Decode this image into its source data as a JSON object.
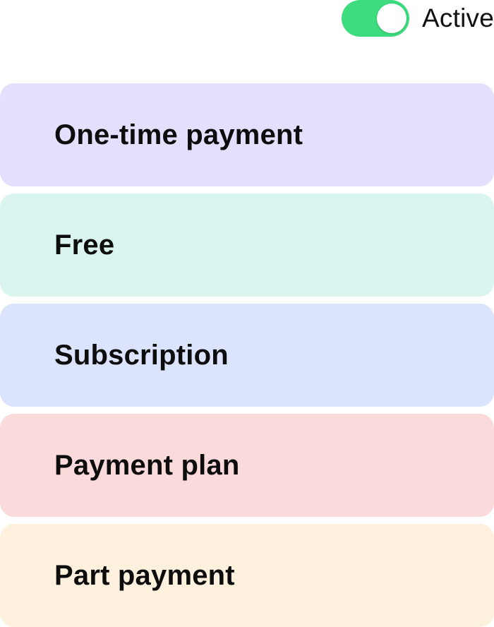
{
  "status_toggle": {
    "label": "Active",
    "state": "on",
    "track_color": "#3ddc7e"
  },
  "payment_options": [
    {
      "label": "One-time payment",
      "color": "#e3dffd"
    },
    {
      "label": "Free",
      "color": "#daf5ef"
    },
    {
      "label": "Subscription",
      "color": "#dbe3fd"
    },
    {
      "label": "Payment plan",
      "color": "#fadada"
    },
    {
      "label": "Part payment",
      "color": "#fdf0dc"
    }
  ]
}
